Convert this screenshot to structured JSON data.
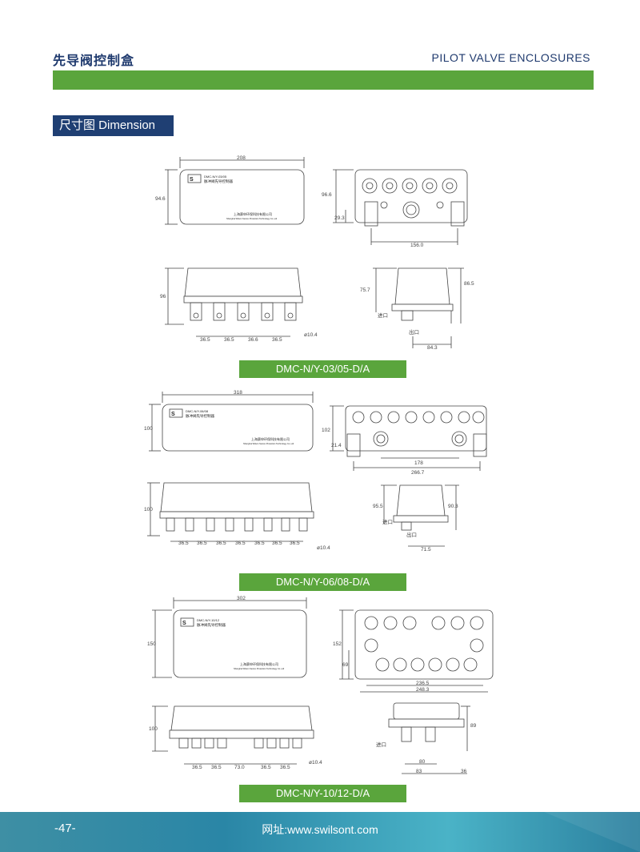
{
  "header": {
    "title_cn": "先导阀控制盒",
    "title_en": "PILOT VALVE ENCLOSURES"
  },
  "section": {
    "label": "尺寸图 Dimension"
  },
  "labels": {
    "company_cn": "上海赛申环保科技有限公司",
    "company_en": "Shanghai Wilson Sevice Protection Technology Co.,Ltd",
    "product_cn": "脉冲阀先导控制器",
    "inlet": "进口",
    "outlet": "出口"
  },
  "models": [
    {
      "name": "DMC-N/Y-03/05-D/A",
      "model_code": "DMC-N/Y-03/05",
      "front": {
        "width": "208",
        "height": "94.6"
      },
      "side": {
        "height": "96.6",
        "offset": "29.3",
        "width": "156.0"
      },
      "body": {
        "height": "96",
        "pitches": [
          "36.5",
          "36.5",
          "36.6",
          "36.5"
        ],
        "hole": "ø10.4"
      },
      "profile": {
        "h1": "75.7",
        "h2": "86.5",
        "w": "84.3"
      }
    },
    {
      "name": "DMC-N/Y-06/08-D/A",
      "model_code": "DMC-N/Y-06/08",
      "front": {
        "width": "318",
        "height": "100"
      },
      "side": {
        "height": "102",
        "offset": "21.4",
        "inner": "178",
        "width": "266.7"
      },
      "body": {
        "height": "100",
        "pitches": [
          "36.5",
          "36.5",
          "36.5",
          "36.5",
          "36.5",
          "36.5",
          "36.5"
        ],
        "hole": "ø10.4"
      },
      "profile": {
        "h1": "95.5",
        "h2": "90.3",
        "w": "71.5"
      }
    },
    {
      "name": "DMC-N/Y-10/12-D/A",
      "model_code": "DMC-N/Y-10/12",
      "front": {
        "width": "302",
        "height": "150"
      },
      "side": {
        "height": "152",
        "offset": "69",
        "inner": "236.5",
        "width": "248.3"
      },
      "body": {
        "height": "100",
        "pitches": [
          "36.5",
          "36.5",
          "73.0",
          "36.5",
          "36.5"
        ],
        "hole": "ø10.4"
      },
      "profile": {
        "h1": "89",
        "w1": "80",
        "w2": "83",
        "w3": "36"
      }
    }
  ],
  "footer": {
    "page": "-47-",
    "website": "网址:www.swilsont.com"
  }
}
